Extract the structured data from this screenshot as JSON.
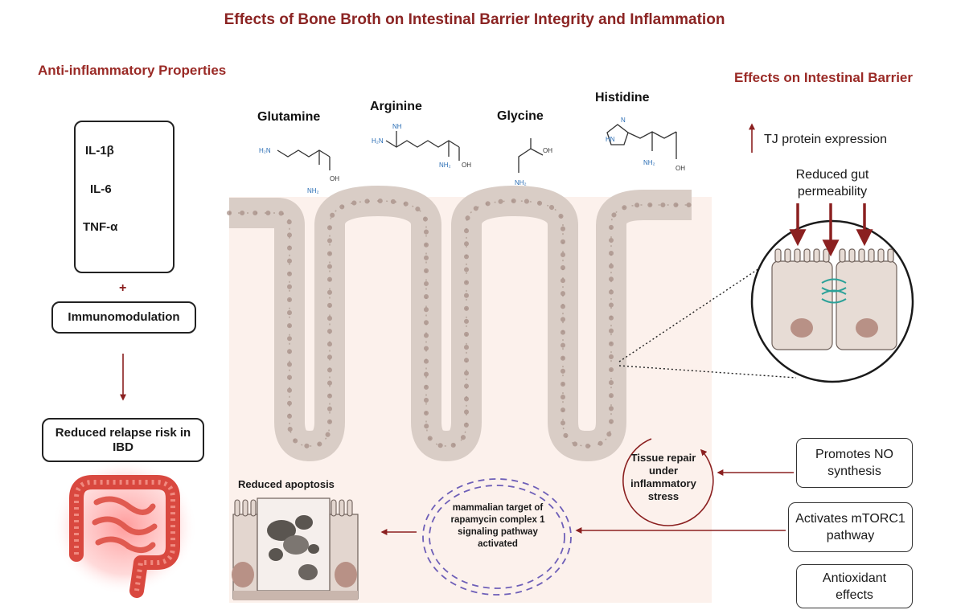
{
  "title": "Effects of Bone Broth on Intestinal Barrier Integrity and Inflammation",
  "left": {
    "heading": "Anti-inflammatory Properties",
    "cytokines": [
      "IL-1β",
      "IL-6",
      "TNF-α"
    ],
    "plus": "+",
    "immunomodulation": "Immunomodulation",
    "outcome": "Reduced relapse risk in IBD"
  },
  "molecules": [
    "Glutamine",
    "Arginine",
    "Glycine",
    "Histidine"
  ],
  "right": {
    "heading": "Effects on Intestinal Barrier",
    "tj": "TJ protein expression",
    "permeability": "Reduced gut permeability"
  },
  "center": {
    "tissue_repair": "Tissue repair under inflammatory stress",
    "mtor": "mammalian target of rapamycin complex 1 signaling pathway activated",
    "apoptosis": "Reduced apoptosis"
  },
  "mechanisms": [
    "Promotes NO synthesis",
    "Activates mTORC1 pathway",
    "Antioxidant effects"
  ],
  "colors": {
    "accent": "#8b2423",
    "arrow": "#8b2020",
    "tissue": "#d9cdc6",
    "background": "#fcf1ec",
    "tj_strand": "#2aa198"
  }
}
